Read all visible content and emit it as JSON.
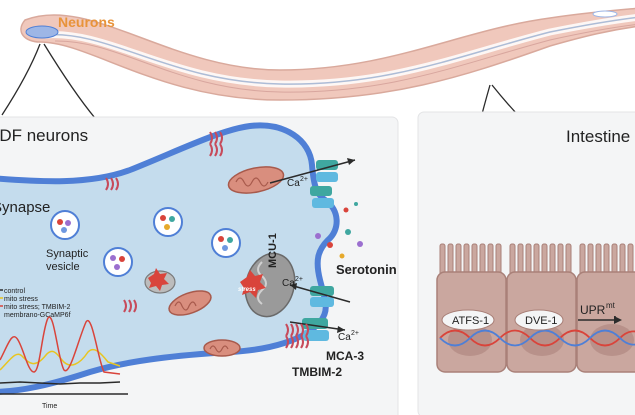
{
  "worm": {
    "label": "Neurons"
  },
  "left_panel": {
    "title": "ADF neurons",
    "synapse_label": "Synapse",
    "vesicle_label_line1": "Synaptic",
    "vesicle_label_line2": "vesicle",
    "mcu_label": "MCU-1",
    "stress_label": "stress",
    "serotonin_label": "Serotonin",
    "ca_label": "Ca",
    "ca_superscript": "2+",
    "mca3_label": "MCA-3",
    "tmbim_label": "TMBIM-2",
    "legend": [
      {
        "text": "control",
        "color": "#2b2b2b"
      },
      {
        "text": "mito stress",
        "color": "#e8c520"
      },
      {
        "text": "mito stress; TMBIM-2",
        "color": "#d9443b"
      },
      {
        "text": "membrano-GCaMP6f",
        "color": "#333333"
      }
    ],
    "trace_xlabel": "Time"
  },
  "right_panel": {
    "title": "Intestine",
    "atfs_label": "ATFS-1",
    "dve_label": "DVE-1",
    "upr_label": "UPR",
    "upr_superscript": "mt"
  },
  "colors": {
    "neuron_fill": "#c4dced",
    "neuron_border": "#4f7fd6",
    "worm_fill": "#f0c8bc",
    "intestine_fill": "#caa79f"
  }
}
